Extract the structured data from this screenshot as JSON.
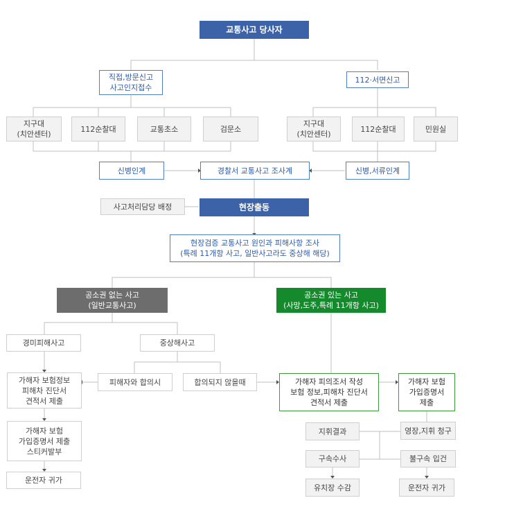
{
  "root": "교통사고 당사자",
  "report_direct": [
    "직접,방문신고",
    "사고인지접수"
  ],
  "report_112": "112·서면신고",
  "left_units": [
    [
      "지구대",
      "(치안센터)"
    ],
    [
      "112순찰대"
    ],
    [
      "교통초소"
    ],
    [
      "검문소"
    ]
  ],
  "right_units": [
    [
      "지구대",
      "(치안센터)"
    ],
    [
      "112순찰대"
    ],
    [
      "민원실"
    ]
  ],
  "transfer_left": "신병인계",
  "investigation": "경찰서 교통사고 조사계",
  "transfer_right": "신병,서류인계",
  "assign": "사고처리담당 배정",
  "dispatch": "현장출동",
  "field_check": [
    "현장검증 교통사고 원인과 피해사항 조사",
    "(특례 11개항 사고, 일반사고라도 중상해 해당)"
  ],
  "no_prosecution": [
    "공소권 없는 사고",
    "(일반교통사고)"
  ],
  "prosecution": [
    "공소권 있는 사고",
    "(사망,도주,특례 11개항 사고)"
  ],
  "minor_injury": "경미피해사고",
  "serious_injury": "중상해사고",
  "insurer_info": [
    "가해자 보험정보",
    "피해차 진단서",
    "견적서 제출"
  ],
  "insurer_cert": [
    "가해자 보험",
    "가입증명서 제출",
    "스티커발부"
  ],
  "return_left": "운전자 귀가",
  "settled": "피해자와 합의시",
  "not_settled": "합의되지 않을때",
  "suspect_docs": [
    "가해자 피의조서 작성",
    "보험 정보,피해차 진단서",
    "견적서 제출"
  ],
  "suspect_cert": [
    "가해자 보험",
    "가입증명서",
    "제출"
  ],
  "command_result": "지휘결과",
  "warrant": "영장,지휘 청구",
  "detention": "구속수사",
  "non_detention": "불구속 입건",
  "jail": "유치장 수감",
  "return_right": "운전자 귀가",
  "colors": {
    "navy": "#3c63a8",
    "blue_text": "#2a5aa8",
    "green": "#158a2d",
    "dark_gray": "#6d6d6d",
    "line": "#bfbfbf"
  }
}
